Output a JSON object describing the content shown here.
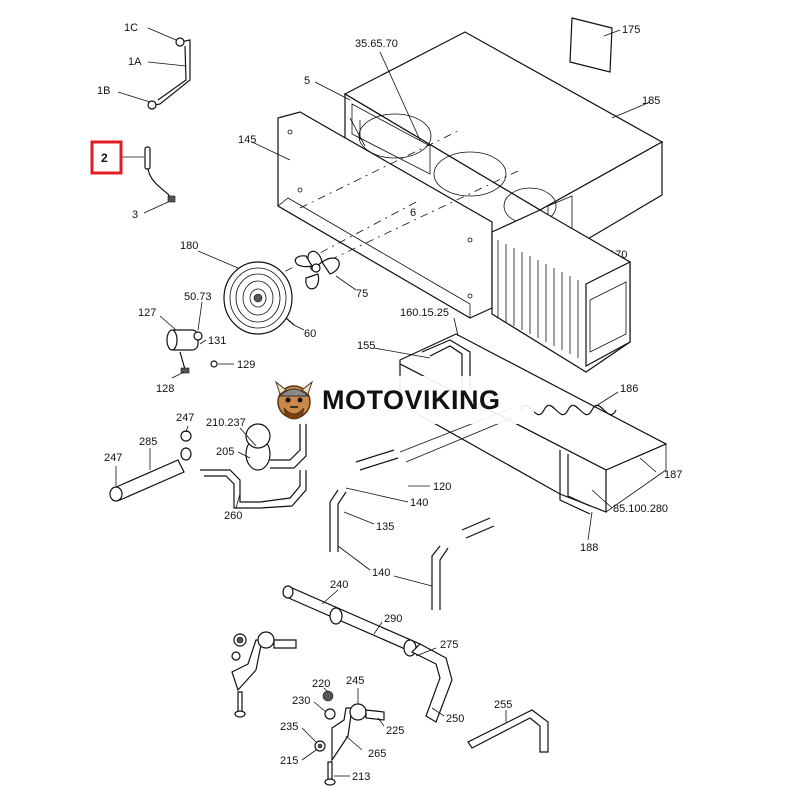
{
  "brand": {
    "name": "MOTOVIKING",
    "highlight_color": "#e01c24"
  },
  "callouts": {
    "c1C": "1C",
    "c1A": "1A",
    "c1B": "1B",
    "c2": "2",
    "c3": "3",
    "c35": "35.65.70",
    "c5": "5",
    "c175": "175",
    "c185": "185",
    "c145": "145",
    "c6": "6",
    "c170": "170",
    "c180": "180",
    "c75": "75",
    "c50": "50.73",
    "c127": "127",
    "c60": "60",
    "c131": "131",
    "c129": "129",
    "c128": "128",
    "c160": "160.15.25",
    "c155": "155",
    "c186": "186",
    "c247a": "247",
    "c247b": "247",
    "c210": "210.237",
    "c285": "285",
    "c205": "205",
    "c260": "260",
    "c120": "120",
    "c140a": "140",
    "c187": "187",
    "c85": "85.100.280",
    "c135": "135",
    "c188": "188",
    "c140b": "140",
    "c240": "240",
    "c290": "290",
    "c275": "275",
    "c220": "220",
    "c245": "245",
    "c230": "230",
    "c225": "225",
    "c250": "250",
    "c255": "255",
    "c235": "235",
    "c265": "265",
    "c215": "215",
    "c213": "213"
  }
}
